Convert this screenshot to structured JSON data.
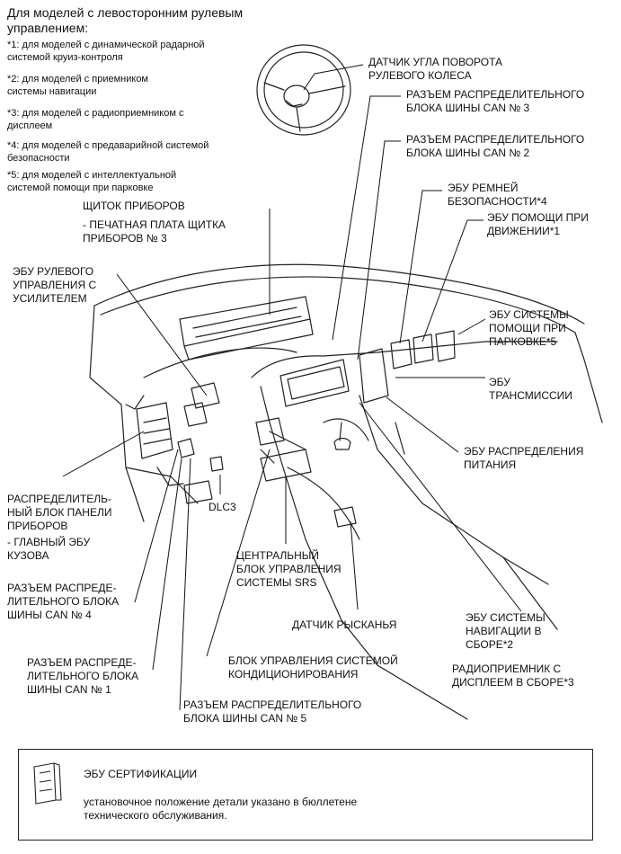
{
  "header": {
    "title": "Для моделей с левосторонним рулевым\nуправлением:",
    "notes": [
      "*1: для моделей с динамической радарной\nсистемой круиз-контроля",
      "*2: для моделей с приемником\nсистемы навигации",
      "*3: для моделей с радиоприемником с\nдисплеем",
      "*4: для моделей с предаварийной системой\nбезопасности",
      "*5: для моделей с интеллектуальной\nсистемой помощи при парковке"
    ]
  },
  "labels": {
    "steering_sensor": "ДАТЧИК УГЛА ПОВОРОТА\nРУЛЕВОГО КОЛЕСА",
    "can3": "РАЗЪЕМ РАСПРЕДЕЛИТЕЛЬНОГО\nБЛОКА ШИНЫ CAN № 3",
    "can2": "РАЗЪЕМ РАСПРЕДЕЛИТЕЛЬНОГО\nБЛОКА ШИНЫ CAN № 2",
    "seatbelt": "ЭБУ РЕМНЕЙ\nБЕЗОПАСНОСТИ*4",
    "driving_support": "ЭБУ ПОМОЩИ ПРИ\nДВИЖЕНИИ*1",
    "instrument_panel": "ЩИТОК ПРИБОРОВ",
    "instrument_pcb": "- ПЕЧАТНАЯ ПЛАТА ЩИТКА\nПРИБОРОВ № 3",
    "eps": "ЭБУ РУЛЕВОГО\nУПРАВЛЕНИЯ С\nУСИЛИТЕЛЕМ",
    "parking": "ЭБУ СИСТЕМЫ\nПОМОЩИ ПРИ\nПАРКОВКЕ*5",
    "transmission": "ЭБУ\nТРАНСМИССИИ",
    "power_dist": "ЭБУ РАСПРЕДЕЛЕНИЯ\nПИТАНИЯ",
    "junction_block": "РАСПРЕДЕЛИТЕЛЬ-\nНЫЙ БЛОК ПАНЕЛИ\nПРИБОРОВ",
    "main_body": "- ГЛАВНЫЙ ЭБУ\nКУЗОВА",
    "dlc3": "DLC3",
    "srs": "ЦЕНТРАЛЬНЫЙ\nБЛОК УПРАВЛЕНИЯ\nСИСТЕМЫ SRS",
    "can4": "РАЗЪЕМ РАСПРЕДЕ-\nЛИТЕЛЬНОГО БЛОКА\nШИНЫ CAN № 4",
    "yaw": "ДАТЧИК РЫСКАНЬЯ",
    "nav": "ЭБУ СИСТЕМЫ\nНАВИГАЦИИ В\nСБОРЕ*2",
    "radio": "РАДИОПРИЕМНИК С\nДИСПЛЕЕМ В СБОРЕ*3",
    "can1": "РАЗЪЕМ РАСПРЕДЕ-\nЛИТЕЛЬНОГО БЛОКА\nШИНЫ CAN № 1",
    "ac": "БЛОК УПРАВЛЕНИЯ СИСТЕМОЙ\nКОНДИЦИОНИРОВАНИЯ",
    "can5": "РАЗЪЕМ РАСПРЕДЕЛИТЕЛЬНОГО\nБЛОКА ШИНЫ CAN № 5"
  },
  "footer": {
    "title": "ЭБУ СЕРТИФИКАЦИИ",
    "note": "установочное положение детали указано в бюллетене\nтехнического обслуживания."
  }
}
